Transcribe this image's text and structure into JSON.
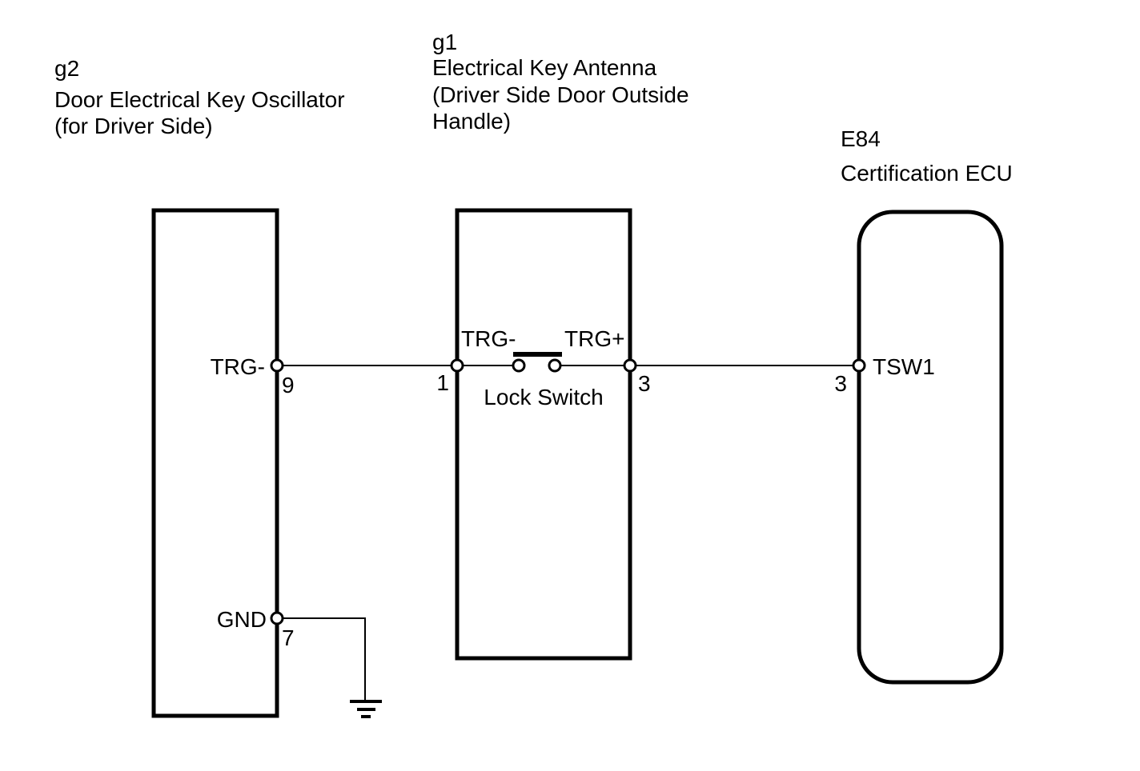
{
  "page": {
    "background": "#ffffff",
    "ink": "#000000",
    "kind": "wiring-diagram"
  },
  "components": {
    "g2": {
      "code": "g2",
      "name_line1": "Door Electrical Key Oscillator",
      "name_line2": "(for Driver Side)",
      "pins": {
        "trg": {
          "label": "TRG-",
          "number": "9"
        },
        "gnd": {
          "label": "GND",
          "number": "7"
        }
      }
    },
    "g1": {
      "code": "g1",
      "name_line1": "Electrical Key Antenna",
      "name_line2": "(Driver Side Door Outside",
      "name_line3": "Handle)",
      "switch_label": "Lock Switch",
      "pins": {
        "in": {
          "label": "TRG-",
          "number": "1"
        },
        "out": {
          "label": "TRG+",
          "number": "3"
        }
      }
    },
    "e84": {
      "code": "E84",
      "name": "Certification ECU",
      "pins": {
        "tsw1": {
          "label": "TSW1",
          "number": "3"
        }
      }
    }
  }
}
